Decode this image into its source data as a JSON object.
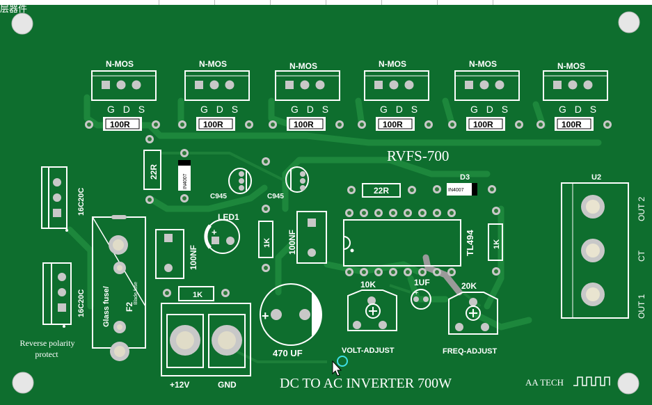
{
  "window": {
    "layer_tab_label": "层器件"
  },
  "board": {
    "title": "RVFS-700",
    "subtitle": "DC TO AC INVERTER 700W",
    "brand": "AA TECH",
    "colors": {
      "board": "#0e6e2e",
      "trace": "#1f8a3e",
      "silk": "#ffffff",
      "pad": "#c8c8c8",
      "pad_hole": "#2e7a3a"
    }
  },
  "mosfets": [
    {
      "label": "N-MOS",
      "pins": "G D S",
      "resistor": "100R"
    },
    {
      "label": "N-MOS",
      "pins": "G D S",
      "resistor": "100R"
    },
    {
      "label": "N-MOS",
      "pins": "G D S",
      "resistor": "100R"
    },
    {
      "label": "N-MOS",
      "pins": "G D S",
      "resistor": "100R"
    },
    {
      "label": "N-MOS",
      "pins": "G D S",
      "resistor": "100R"
    },
    {
      "label": "N-MOS",
      "pins": "G D S",
      "resistor": "100R"
    }
  ],
  "components": {
    "r_22r_left": "22R",
    "diode_left": "IN4007",
    "transistor_1": "C945",
    "transistor_2": "C945",
    "r_22r_right": "22R",
    "d3_label": "D3",
    "diode_right": "IN4007",
    "u2_label": "U2",
    "out2": "OUT 2",
    "ct": "CT",
    "out1": "OUT 1",
    "diode_16c20c_top": "16C20C",
    "diode_16c20c_bottom": "16C20C",
    "reverse_line1": "Reverse polarity",
    "reverse_line2": "protect",
    "fuse_glass": "Glass fuse/",
    "fuse_f2": "F2",
    "fuse_blade": "Blade fuse",
    "cap_100nf_left": "100NF",
    "led_label": "LED1",
    "r_1k_vertical_left": "1K",
    "cap_100nf_mid": "100NF",
    "ic_label": "TL494",
    "r_1k_vertical_right": "1K",
    "r_1k_horizontal": "1K",
    "cap_470uf": "470 UF",
    "pot_volt_value": "10K",
    "pot_volt_label": "VOLT-ADJUST",
    "cap_1uf": "1UF",
    "pot_freq_value": "20K",
    "pot_freq_label": "FREQ-ADJUST",
    "term_plus": "+12V",
    "term_gnd": "GND"
  }
}
